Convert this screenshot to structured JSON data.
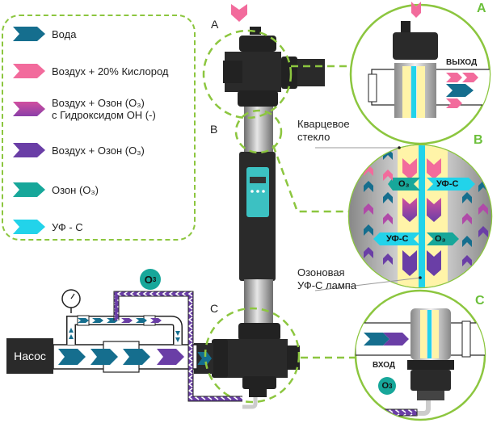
{
  "legend": {
    "items": [
      {
        "label": "Вода",
        "color": "#156e8e"
      },
      {
        "label": "Воздух + 20% Кислород",
        "color": "#f26b9c"
      },
      {
        "label": "Воздух + Озон (O₃)\nс Гидроксидом ОН (-)",
        "color": "#b04aa8"
      },
      {
        "label": "Воздух + Озон (O₃)",
        "color": "#6a3ea6"
      },
      {
        "label": "Озон (O₃)",
        "color": "#17a79a"
      },
      {
        "label": "УФ - С",
        "color": "#22d3ea"
      }
    ]
  },
  "sections": {
    "a_label": "A",
    "b_label": "B",
    "c_label": "C"
  },
  "notes": {
    "quartz": "Кварцевое\nстекло",
    "lamp": "Озоновая\nУФ-С лампа"
  },
  "detail": {
    "a_letter": "A",
    "b_letter": "B",
    "c_letter": "C",
    "outlet": "ВЫХОД",
    "inlet": "ВХОД",
    "o3_tag_left": "O₃",
    "uv_tag_right": "УФ-С",
    "uv_tag_left": "УФ-С",
    "o3_tag_right": "O₃"
  },
  "pump": {
    "label": "Насос"
  },
  "ozone_badge": {
    "label": "O",
    "sub": "3"
  },
  "colors": {
    "accent_green": "#8cc63f",
    "letter_green": "#6bbf3a",
    "water": "#156e8e",
    "air": "#f26b9c",
    "air_ozone_oh": "#b04aa8",
    "air_ozone": "#6a3ea6",
    "ozone": "#17a79a",
    "uvc": "#22d3ea",
    "device_body": "#2a2a2a",
    "panel": "#3cc1c2"
  }
}
